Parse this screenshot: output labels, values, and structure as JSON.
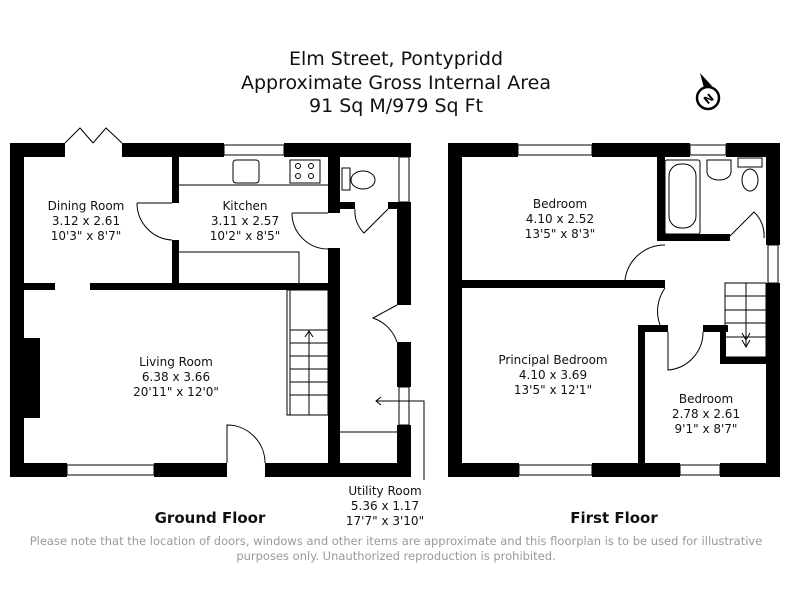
{
  "header": {
    "address": "Elm Street, Pontypridd",
    "area_label": "Approximate Gross Internal Area",
    "area_value": "91 Sq M/979 Sq Ft"
  },
  "compass": {
    "icon": "north-compass-icon",
    "letter": "N"
  },
  "ground_floor": {
    "label": "Ground Floor",
    "rooms": [
      {
        "name": "Dining Room",
        "metric": "3.12 x 2.61",
        "imperial": "10'3\" x 8'7\""
      },
      {
        "name": "Kitchen",
        "metric": "3.11 x 2.57",
        "imperial": "10'2\" x 8'5\""
      },
      {
        "name": "Living Room",
        "metric": "6.38 x 3.66",
        "imperial": "20'11\" x 12'0\""
      },
      {
        "name": "Utility Room",
        "metric": "5.36 x 1.17",
        "imperial": "17'7\" x 3'10\""
      }
    ]
  },
  "first_floor": {
    "label": "First Floor",
    "rooms": [
      {
        "name": "Bedroom",
        "metric": "4.10 x 2.52",
        "imperial": "13'5\" x 8'3\""
      },
      {
        "name": "Principal Bedroom",
        "metric": "4.10 x 3.69",
        "imperial": "13'5\" x 12'1\""
      },
      {
        "name": "Bedroom",
        "metric": "2.78 x 2.61",
        "imperial": "9'1\" x 8'7\""
      }
    ]
  },
  "disclaimer": "Please note that the location of doors, windows and other items are approximate and this floorplan is to be used for illustrative purposes only. Unauthorized reproduction is prohibited."
}
